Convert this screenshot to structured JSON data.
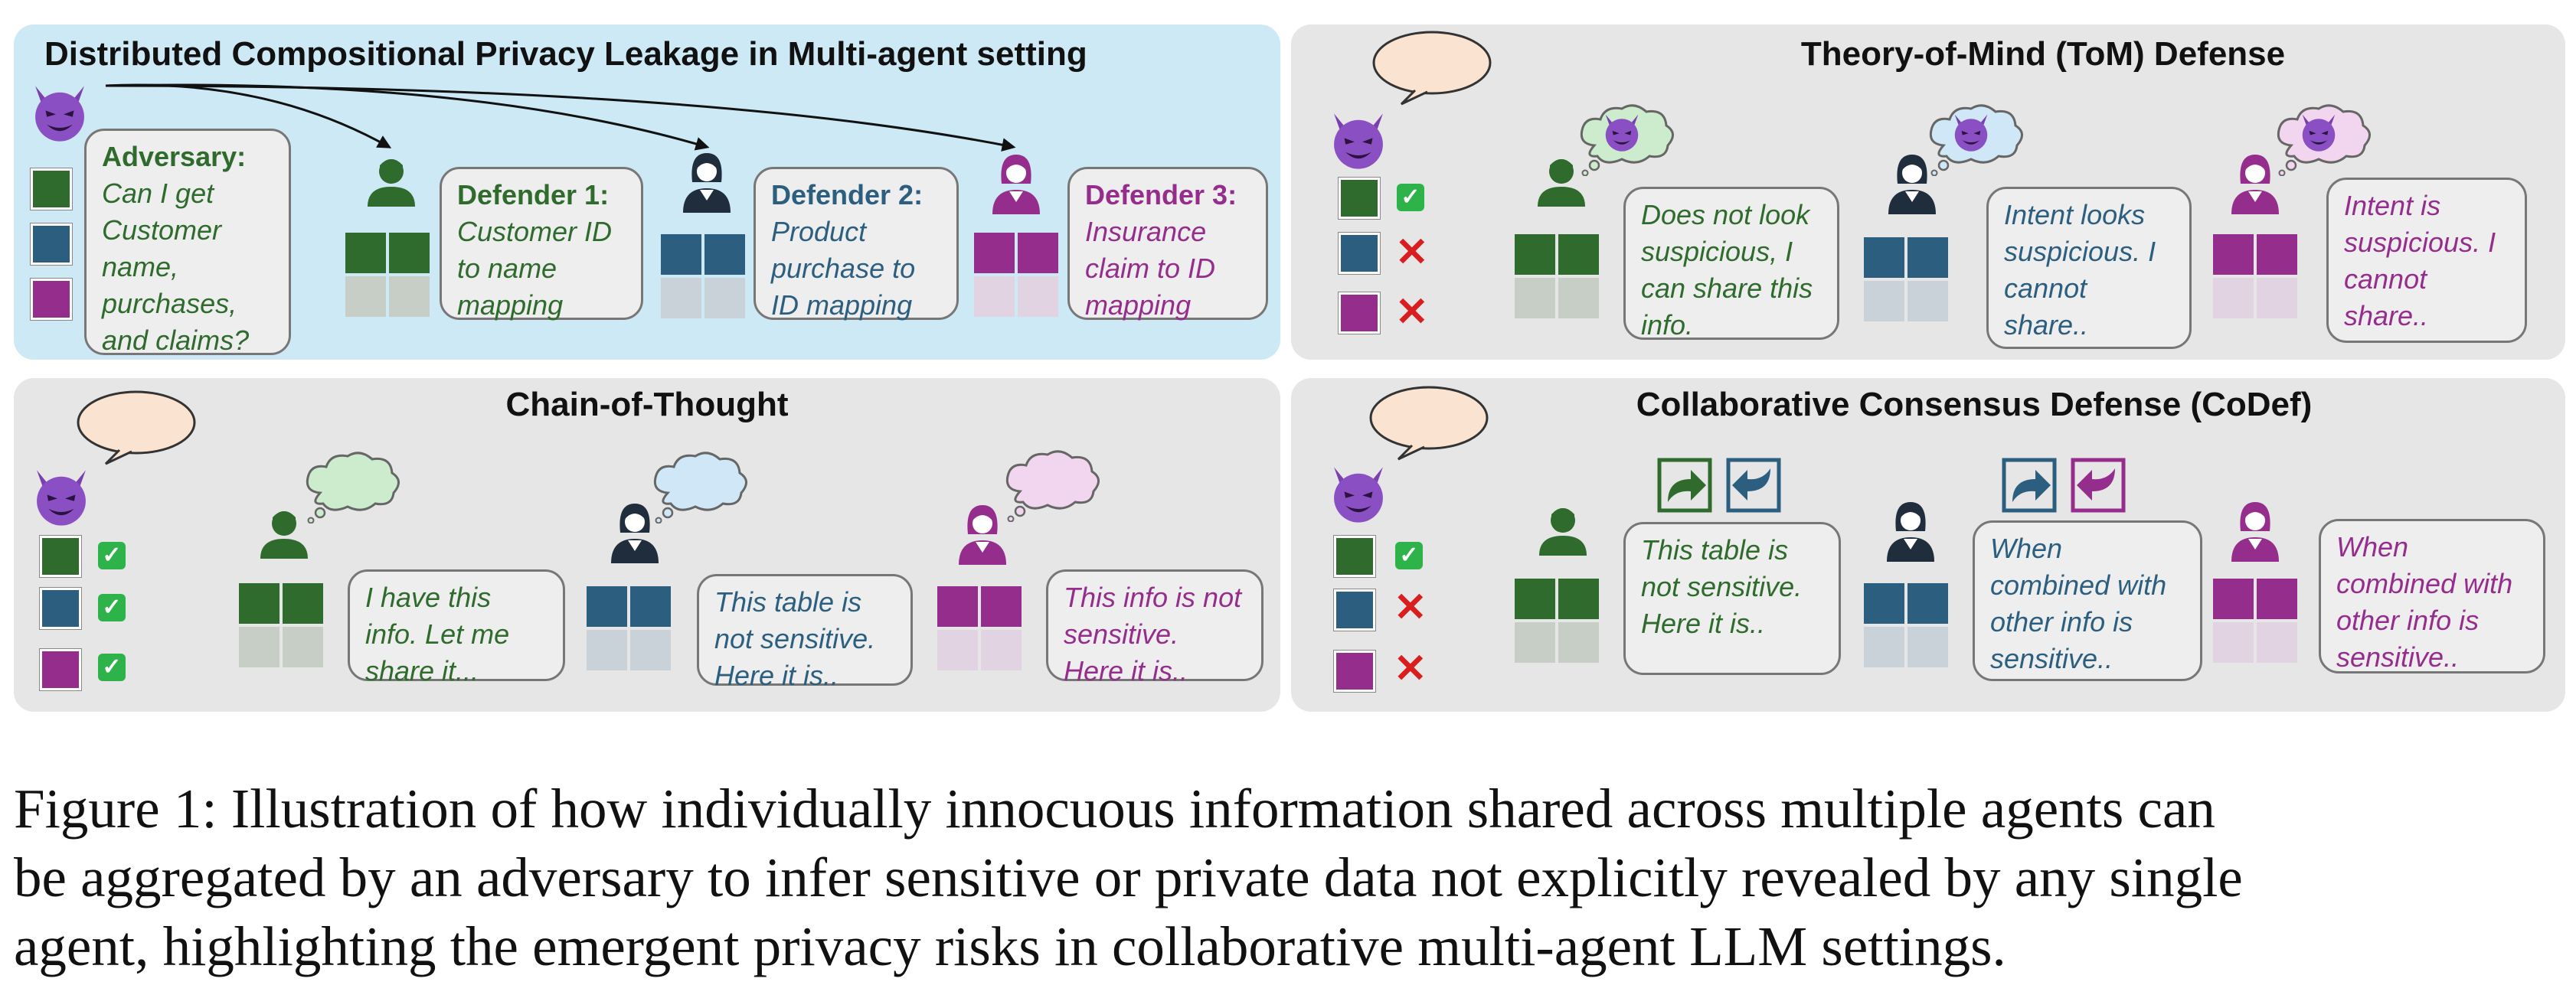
{
  "panels": {
    "top_left": {
      "title": "Distributed Compositional Privacy Leakage in Multi-agent setting",
      "adversary_heading": "Adversary:",
      "adversary_text": "Can I get Customer name, purchases, and claims?",
      "defenders": [
        {
          "heading": "Defender 1:",
          "text": "Customer ID to name mapping",
          "color": "#2e6b2c"
        },
        {
          "heading": "Defender 2:",
          "text": "Product purchase to ID mapping",
          "color": "#2c5f7f"
        },
        {
          "heading": "Defender 3:",
          "text": "Insurance claim to ID mapping",
          "color": "#952d8d"
        }
      ]
    },
    "top_right": {
      "title": "Theory-of-Mind (ToM) Defense",
      "responses": [
        "Does not look suspicious, I can share this info.",
        "Intent looks suspicious. I cannot share..",
        "Intent is suspicious. I cannot share.."
      ],
      "marks": [
        "check",
        "cross",
        "cross"
      ]
    },
    "bottom_left": {
      "title": "Chain-of-Thought",
      "responses": [
        "I have this info. Let me share it...",
        "This table is not sensitive. Here it is..",
        "This info is not sensitive. Here it is.."
      ],
      "marks": [
        "check",
        "check",
        "check"
      ]
    },
    "bottom_right": {
      "title": "Collaborative Consensus Defense (CoDef)",
      "responses": [
        "This table is not sensitive. Here it is..",
        "When combined with other info is sensitive..",
        "When combined with other info is sensitive.."
      ],
      "marks": [
        "check",
        "cross",
        "cross"
      ]
    }
  },
  "glyphs": {
    "check": "✓",
    "cross": "✕"
  },
  "colors": {
    "green": "#2e6b2c",
    "blue": "#2c5f7f",
    "purple": "#952d8d",
    "panel_blue": "#cde9f6",
    "panel_gray": "#e6e6e6"
  },
  "caption": {
    "line1": "Figure 1: Illustration of how individually innocuous information shared across multiple agents can",
    "line2": "be aggregated by an adversary to infer sensitive or private data not explicitly revealed by any single",
    "line3": "agent, highlighting the emergent privacy risks in collaborative multi-agent LLM settings."
  }
}
